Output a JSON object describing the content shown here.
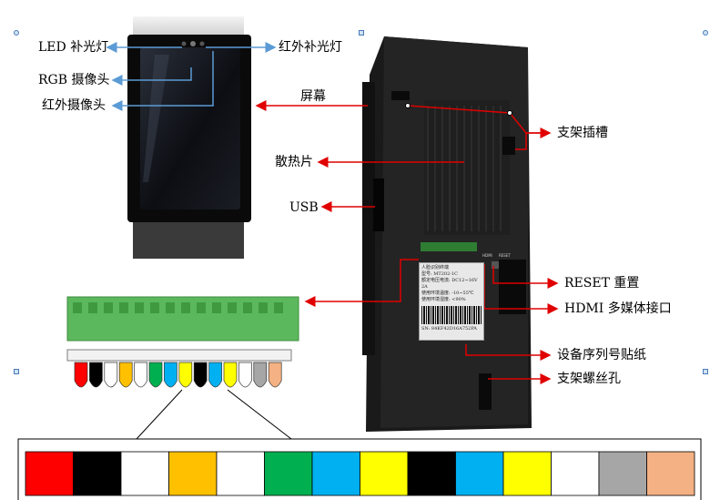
{
  "labels": {
    "led_fill_light": "LED 补光灯",
    "ir_fill_light": "红外补光灯",
    "rgb_camera": "RGB 摄像头",
    "ir_camera": "红外摄像头",
    "screen": "屏幕",
    "heatsink": "散热片",
    "usb": "USB",
    "bracket_slot": "支架插槽",
    "reset": "RESET 重置",
    "hdmi": "HDMI 多媒体接口",
    "serial_sticker": "设备序列号贴纸",
    "bracket_screw_hole": "支架螺丝孔"
  },
  "sticker": {
    "title": "人脸识别终端",
    "model": "型号: MT202-1C",
    "voltage": "额定电压电流: DC12~16V 2A",
    "temp": "使用环境温度: -10~55℃",
    "humidity": "使用环境湿度: <90%",
    "sn_label": "SN:",
    "sn_value": "84KF42D16A752PA"
  },
  "port_labels": {
    "hdmi": "HDMI",
    "reset": "RESET"
  },
  "wire_colors": [
    "#ff0000",
    "#000000",
    "#ffffff",
    "#ffc000",
    "#ffffff",
    "#00b050",
    "#00b0f0",
    "#ffff00",
    "#000000",
    "#00b0f0",
    "#ffff00",
    "#ffffff",
    "#a6a6a6",
    "#f4b183"
  ],
  "bar_colors": [
    "#ff0000",
    "#000000",
    "#ffffff",
    "#ffc000",
    "#ffffff",
    "#00b050",
    "#00b0f0",
    "#ffff00",
    "#000000",
    "#00b0f0",
    "#ffff00",
    "#ffffff",
    "#a6a6a6",
    "#f4b183"
  ],
  "colors": {
    "arrow_blue": "#5b9bd5",
    "arrow_red": "#e00000",
    "terminal_green": "#5cb85c"
  }
}
